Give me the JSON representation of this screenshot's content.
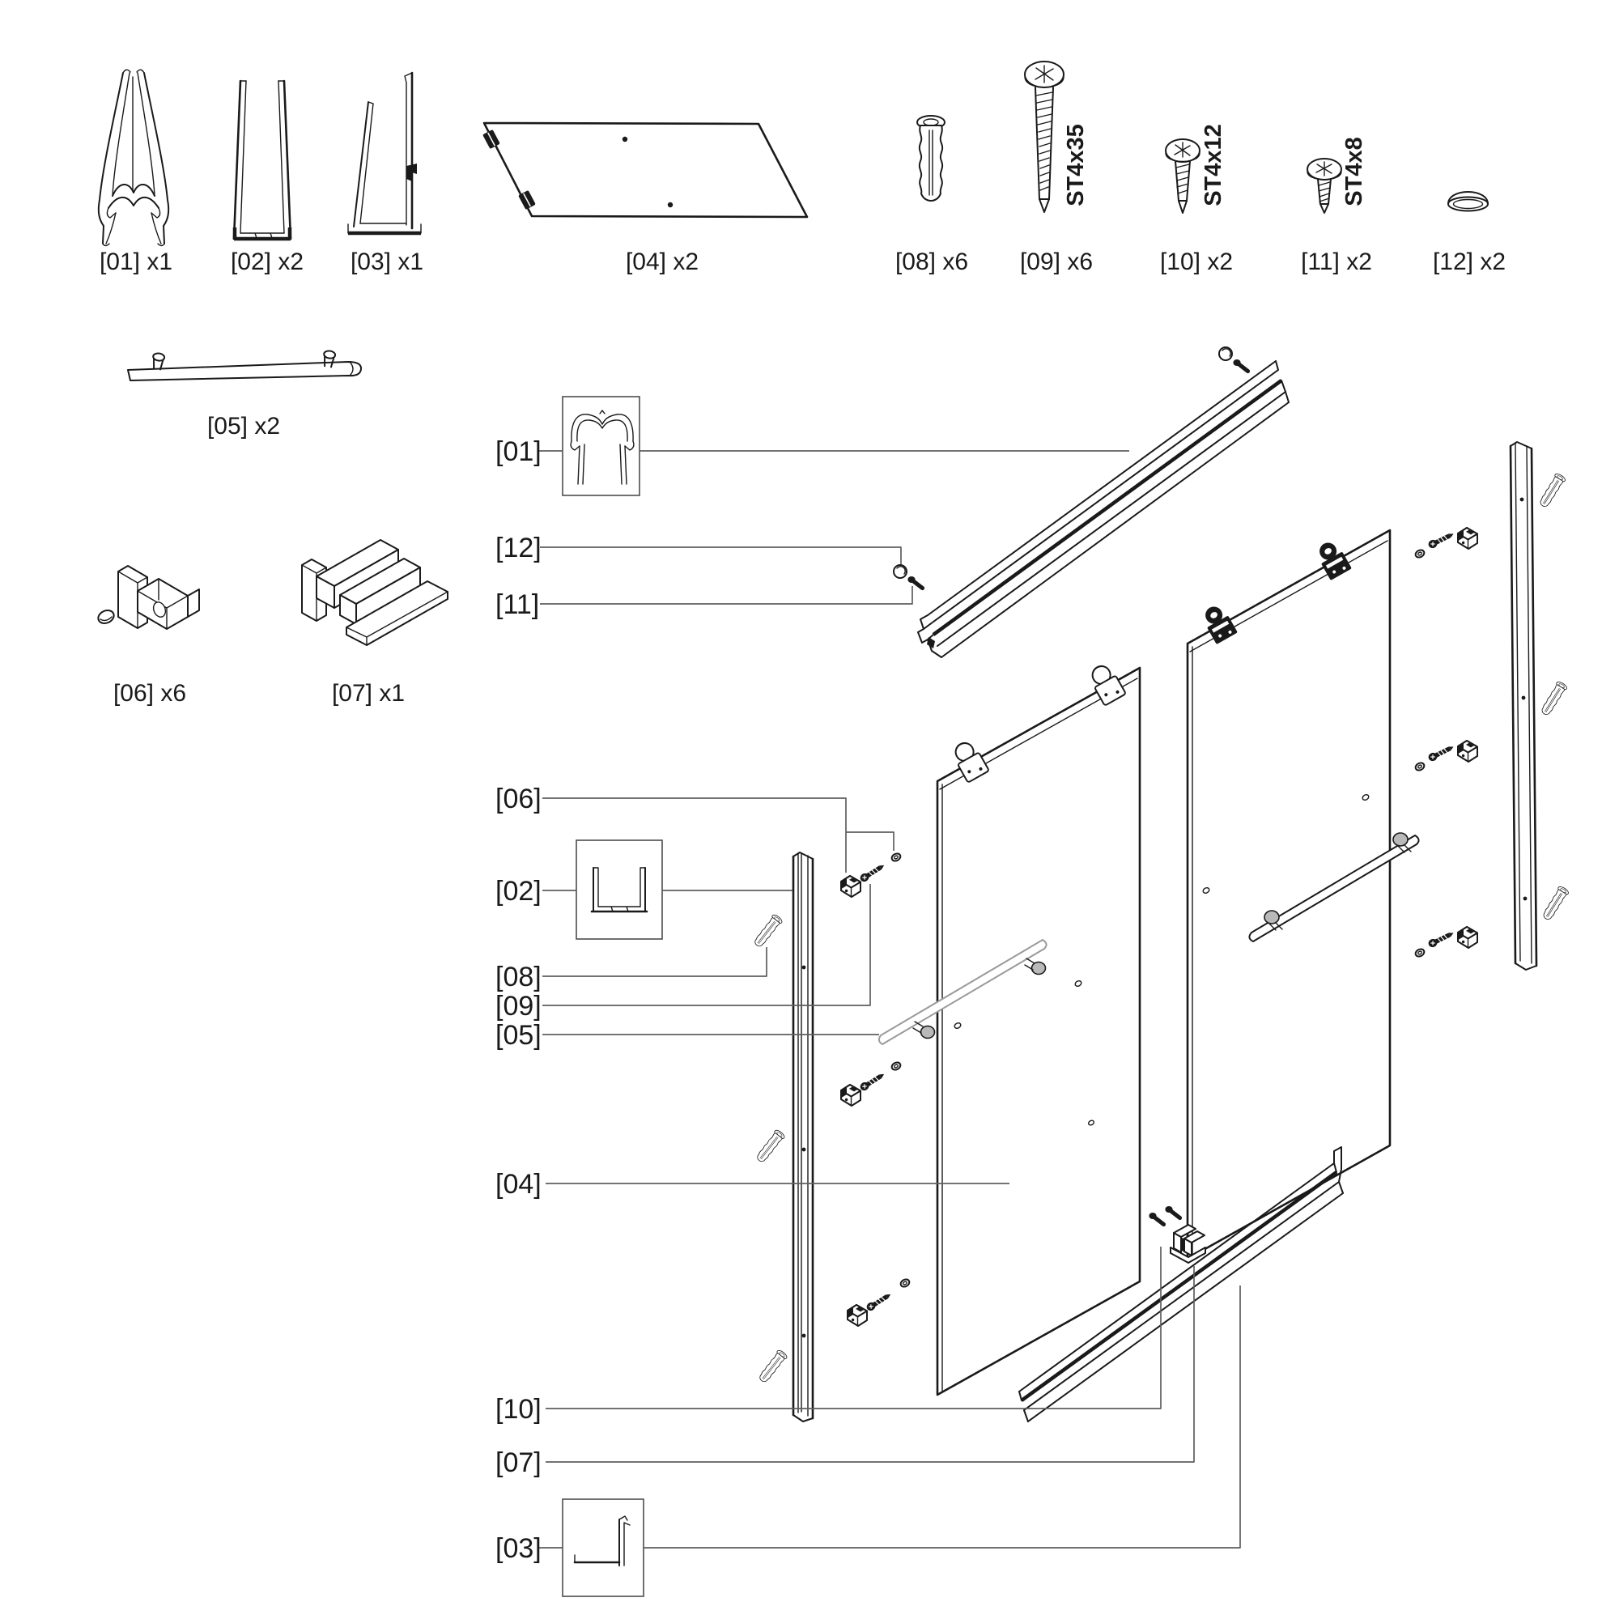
{
  "colors": {
    "background": "#ffffff",
    "line": "#1a1a1a",
    "leader": "#5f5f5f",
    "towel_bar_gray": "#9a9a9a",
    "knob_gray": "#b9b9b9"
  },
  "parts_row1": [
    {
      "label": "[01] x1"
    },
    {
      "label": "[02] x2"
    },
    {
      "label": "[03] x1"
    },
    {
      "label": "[04] x2"
    },
    {
      "label": "[08] x6"
    },
    {
      "label": "[09] x6",
      "spec": "ST4x35"
    },
    {
      "label": "[10] x2",
      "spec": "ST4x12"
    },
    {
      "label": "[11] x2",
      "spec": "ST4x8"
    },
    {
      "label": "[12] x2"
    }
  ],
  "parts_row2": [
    {
      "label": "[05] x2"
    },
    {
      "label": "[06] x6"
    },
    {
      "label": "[07] x1"
    }
  ],
  "callouts": [
    {
      "label": "[01]"
    },
    {
      "label": "[12]"
    },
    {
      "label": "[11]"
    },
    {
      "label": "[06]"
    },
    {
      "label": "[02]"
    },
    {
      "label": "[08]"
    },
    {
      "label": "[09]"
    },
    {
      "label": "[05]"
    },
    {
      "label": "[04]"
    },
    {
      "label": "[10]"
    },
    {
      "label": "[07]"
    },
    {
      "label": "[03]"
    }
  ]
}
